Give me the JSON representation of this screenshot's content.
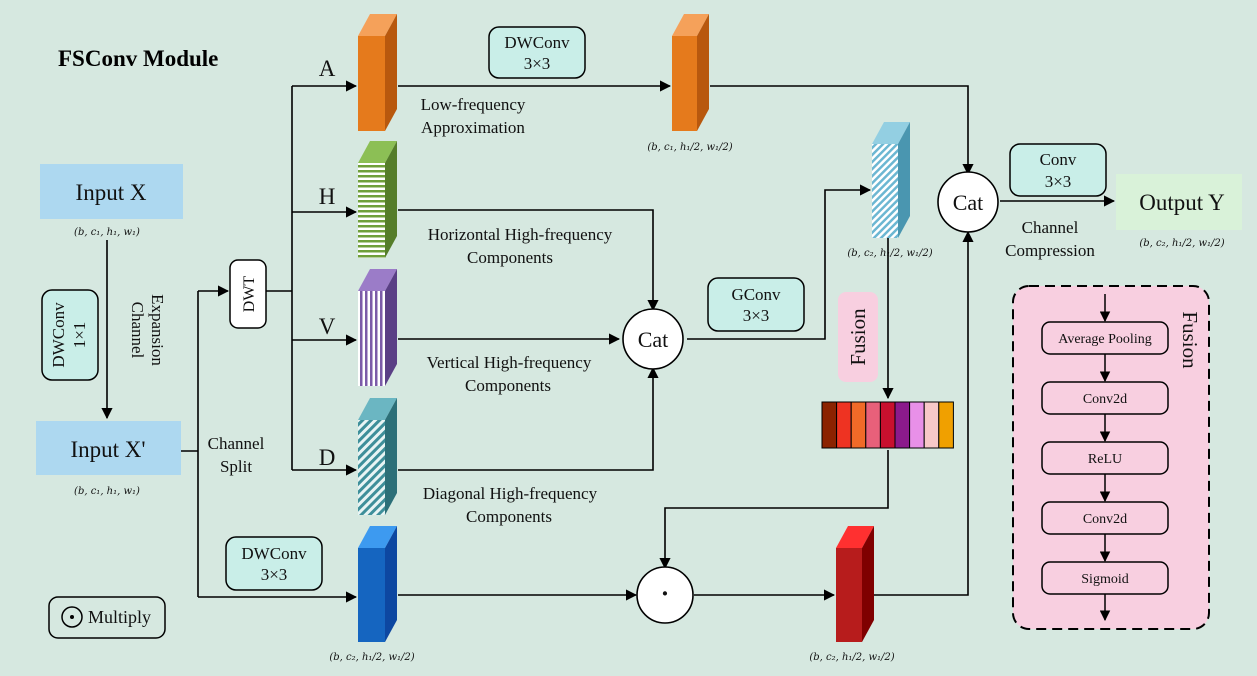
{
  "title": "FSConv Module",
  "input_x": {
    "label": "Input X",
    "dims": "(b, c₁, h₁, w₁)"
  },
  "input_x_prime": {
    "label": "Input X'",
    "dims": "(b, c₁, h₁, w₁)"
  },
  "dwconv_1x1": {
    "line1": "DWConv",
    "line2": "1×1"
  },
  "channel_expansion": {
    "line1": "Channel",
    "line2": "Expansion"
  },
  "channel_split": {
    "line1": "Channel",
    "line2": "Split"
  },
  "dwt": {
    "label": "DWT"
  },
  "branches": {
    "a": {
      "letter": "A",
      "line1": "Low-frequency",
      "line2": "Approximation"
    },
    "h": {
      "letter": "H",
      "line1": "Horizontal High-frequency",
      "line2": "Components"
    },
    "v": {
      "letter": "V",
      "line1": "Vertical High-frequency",
      "line2": "Components"
    },
    "d": {
      "letter": "D",
      "line1": "Diagonal High-frequency",
      "line2": "Components"
    }
  },
  "dwconv_top": {
    "line1": "DWConv",
    "line2": "3×3"
  },
  "dwconv_bottom": {
    "line1": "DWConv",
    "line2": "3×3"
  },
  "gconv": {
    "line1": "GConv",
    "line2": "3×3"
  },
  "cat_mid": {
    "label": "Cat"
  },
  "cat_right": {
    "label": "Cat"
  },
  "conv_out": {
    "line1": "Conv",
    "line2": "3×3"
  },
  "channel_compression": {
    "line1": "Channel",
    "line2": "Compression"
  },
  "output_y": {
    "label": "Output Y",
    "dims": "(b, c₂, h₁/2, w₁/2)"
  },
  "fusion_tag": {
    "label": "Fusion"
  },
  "fusion_panel": {
    "title": "Fusion",
    "steps": [
      "Average Pooling",
      "Conv2d",
      "ReLU",
      "Conv2d",
      "Sigmoid"
    ]
  },
  "legend": {
    "symbol": "⊙",
    "label": "Multiply"
  },
  "multiply_node": {
    "symbol": "·"
  },
  "dims_a": "(b, c₁, h₁/2, w₁/2)",
  "dims_gconv": "(b, c₂, h₁/2, w₁/2)",
  "dims_blue": "(b, c₂, h₁/2, w₁/2)",
  "dims_red": "(b, c₂, h₁/2, w₁/2)",
  "colors": {
    "background": "#d6e8e0",
    "input_box": "#add8f0",
    "rounded_box": "#c9eee8",
    "output_box": "#d9f2d9",
    "fusion_panel": "#f8cfe0",
    "a_block": "#e57a1c",
    "h_block": "#6f9f3a",
    "v_block": "#7b5ba8",
    "d_block": "#3e8f9a",
    "gconv_block": "#6cb7d2",
    "blue_block": "#1565c0",
    "red_block": "#b71c1c",
    "fusion_bar": [
      "#8b2200",
      "#ee3322",
      "#f06a28",
      "#e8607a",
      "#c8102e",
      "#8b1a8b",
      "#e890e8",
      "#f8c8c8",
      "#f0a000"
    ]
  }
}
